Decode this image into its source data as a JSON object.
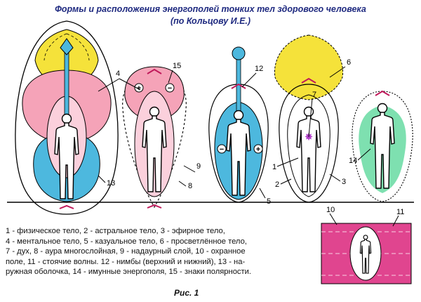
{
  "title": {
    "line1": "Формы и расположения энергополей тонких тел здорового человека",
    "line2": "(по Кольцову И.Е.)"
  },
  "callouts": [
    "4",
    "15",
    "12",
    "6",
    "7",
    "13",
    "9",
    "8",
    "5",
    "1",
    "2",
    "3",
    "14",
    "10",
    "11"
  ],
  "legend": [
    "1 - физическое тело, 2 - астральное тело, 3 - эфирное тело,",
    "4 - ментальное тело, 5 - казуальное тело, 6 - просветлённое тело,",
    "7 - дух, 8 - аура многослойная, 9 - надаурный слой, 10 - охранное",
    "поле, 11 - стоячие волны. 12 - нимбы (верхний и нижний), 13 - на-",
    "ружная оболочка, 14 - имунные энергополя, 15 - знаки полярности."
  ],
  "caption": "Рис. 1",
  "polarity": {
    "plus": "+",
    "minus": "−"
  },
  "colors": {
    "mental_pink": "#f5a3b8",
    "causal_blue": "#4db8de",
    "enlightened_yellow": "#f5e23a",
    "immune_green": "#7ee0b0",
    "field_magenta": "#e0458f",
    "spirit_violet": "#b040c8",
    "title_blue": "#1f2a80"
  }
}
